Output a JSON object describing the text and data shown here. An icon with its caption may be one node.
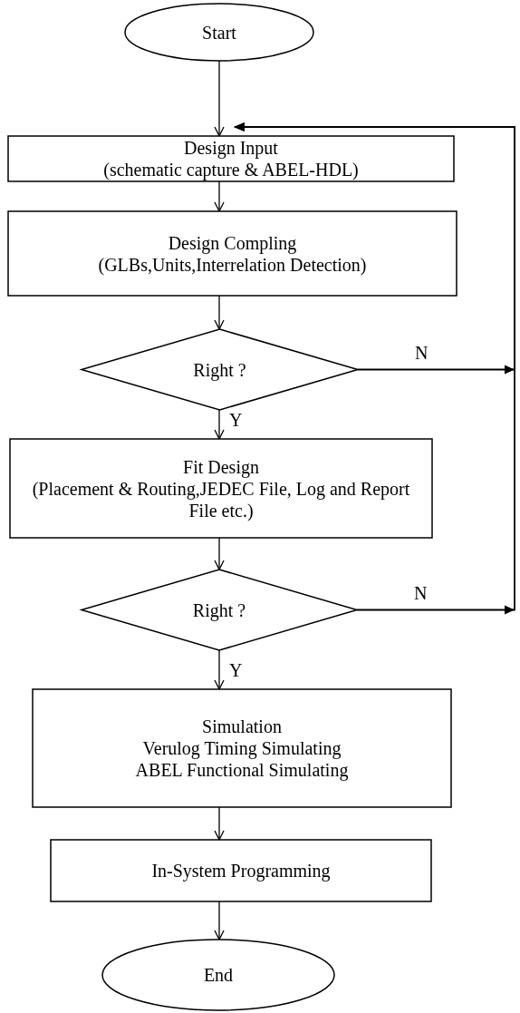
{
  "diagram": {
    "nodes": [
      {
        "text": [
          "Start"
        ]
      },
      {
        "text": [
          "Design Input",
          "(schematic capture & ABEL-HDL)"
        ]
      },
      {
        "text": [
          "Design Compling",
          "(GLBs,Units,Interrelation Detection)"
        ]
      },
      {
        "text": [
          "Right ?"
        ]
      },
      {
        "text": [
          "Fit Design",
          "(Placement & Routing,JEDEC File, Log and Report File etc.)"
        ]
      },
      {
        "text": [
          "Right ?"
        ]
      },
      {
        "text": [
          "Simulation",
          "Verulog Timing Simulating",
          "ABEL Functional Simulating"
        ]
      },
      {
        "text": [
          "In-System Programming"
        ]
      },
      {
        "text": [
          "End"
        ]
      }
    ],
    "edges": [
      {
        "from": 0,
        "to": 1,
        "arrow": "to"
      },
      {
        "from": 1,
        "to": 2,
        "arrow": "to"
      },
      {
        "from": 2,
        "to": 3,
        "arrow": "to"
      },
      {
        "from": 3,
        "to": 4,
        "arrow": "to",
        "label": "Y"
      },
      {
        "from": 3,
        "to": 1,
        "arrow": "to",
        "label": "N"
      },
      {
        "from": 4,
        "to": 5,
        "arrow": "to"
      },
      {
        "from": 5,
        "to": 6,
        "arrow": "to",
        "label": "Y"
      },
      {
        "from": 5,
        "to": 1,
        "arrow": "to",
        "label": "N"
      },
      {
        "from": 6,
        "to": 7,
        "arrow": "to"
      },
      {
        "from": 7,
        "to": 8,
        "arrow": "to"
      }
    ]
  }
}
